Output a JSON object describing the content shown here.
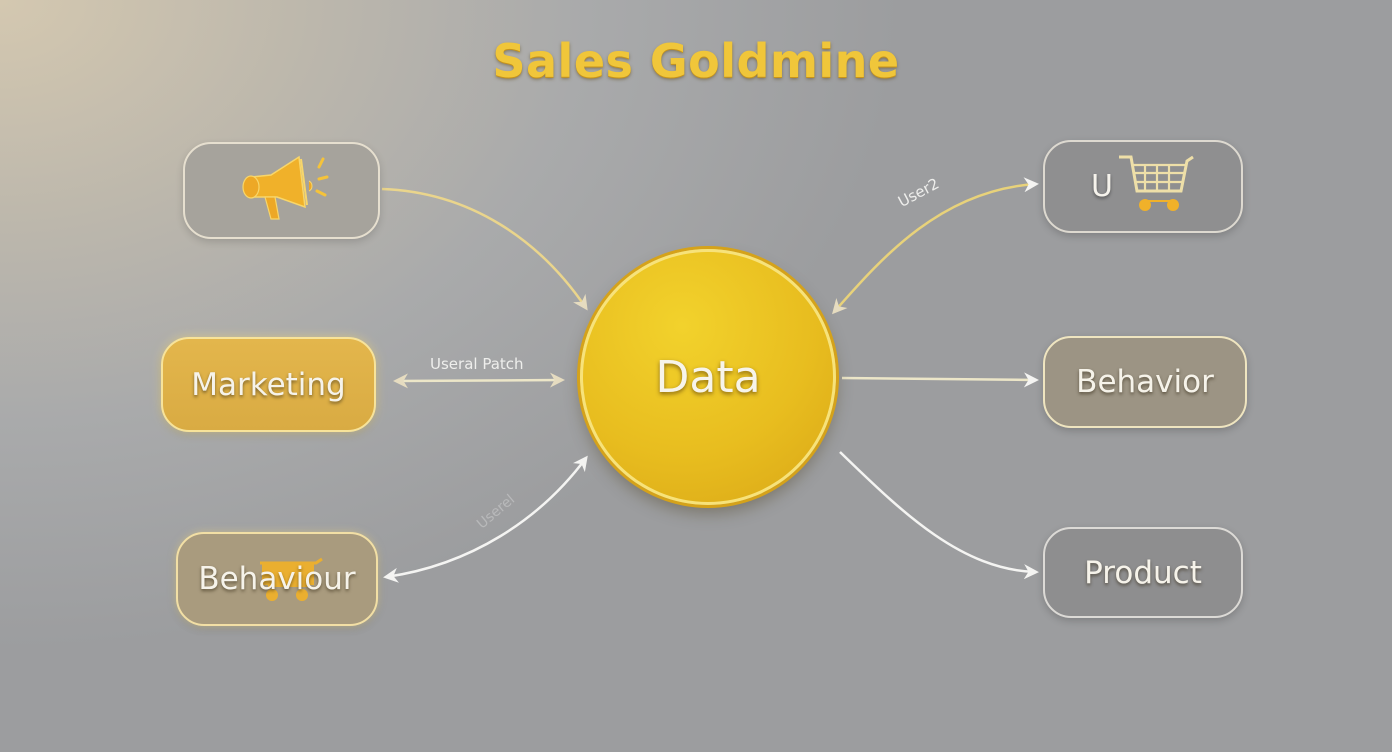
{
  "title": "Sales Goldmine",
  "hub": {
    "label": "Data",
    "color": "#e8bd1f"
  },
  "nodes": {
    "megaphone": {
      "icon": "megaphone-icon",
      "label": ""
    },
    "marketing": {
      "label": "Marketing"
    },
    "behaviour": {
      "label": "Behaviour",
      "icon": "shopping-cart-icon"
    },
    "cart": {
      "prefix": "U",
      "icon": "shopping-cart-icon"
    },
    "behavior": {
      "label": "Behavior"
    },
    "product": {
      "label": "Product"
    }
  },
  "edge_labels": {
    "marketing_link": "Useral Patch",
    "cart_link": "User2",
    "behaviour_link": "Userel"
  },
  "colors": {
    "title": "#f0c63a",
    "accent_gold": "#e3b64c",
    "link_gold": "#e8d68a",
    "link_white": "#f4f4f2"
  }
}
